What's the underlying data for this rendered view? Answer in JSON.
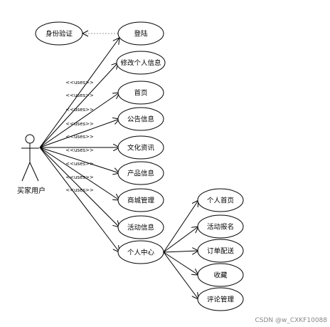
{
  "actor": {
    "label": "买家用户"
  },
  "identity_check": {
    "label": "身份验证"
  },
  "use_cases": [
    {
      "id": "login",
      "label": "登陆"
    },
    {
      "id": "edit-profile",
      "label": "修改个人信息"
    },
    {
      "id": "home",
      "label": "首页"
    },
    {
      "id": "notice",
      "label": "公告信息"
    },
    {
      "id": "culture",
      "label": "文化资讯"
    },
    {
      "id": "product",
      "label": "产品信息"
    },
    {
      "id": "mall",
      "label": "商城管理"
    },
    {
      "id": "activity",
      "label": "活动信息"
    },
    {
      "id": "personal-center",
      "label": "个人中心"
    }
  ],
  "sub_use_cases": [
    {
      "id": "personal-home",
      "label": "个人首页"
    },
    {
      "id": "activity-signup",
      "label": "活动报名"
    },
    {
      "id": "order-delivery",
      "label": "订单配送"
    },
    {
      "id": "favorites",
      "label": "收藏"
    },
    {
      "id": "comment-manage",
      "label": "评论管理"
    }
  ],
  "uses_label": "<<uses>>",
  "watermark": "CSDN @w_CXKF10088"
}
